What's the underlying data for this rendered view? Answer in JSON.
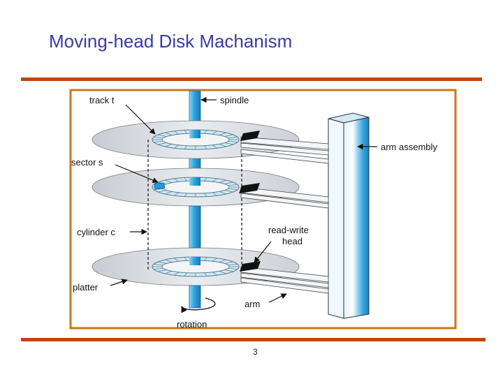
{
  "slide": {
    "title": "Moving-head Disk Machanism",
    "page_number": "3"
  },
  "diagram": {
    "labels": {
      "track": "track t",
      "spindle": "spindle",
      "sector": "sector s",
      "arm_assembly": "arm assembly",
      "cylinder": "cylinder c",
      "read_write_head_line1": "read-write",
      "read_write_head_line2": "head",
      "platter": "platter",
      "arm": "arm",
      "rotation": "rotation"
    },
    "colors": {
      "frame": "#c87818",
      "rule": "#c0440f",
      "title": "#3a3aa6",
      "spindle": "#3aa6dc",
      "platter": "#d9dde2",
      "track": "#bfe3f5",
      "sector": "#1e9bd8",
      "head": "#111111"
    }
  }
}
